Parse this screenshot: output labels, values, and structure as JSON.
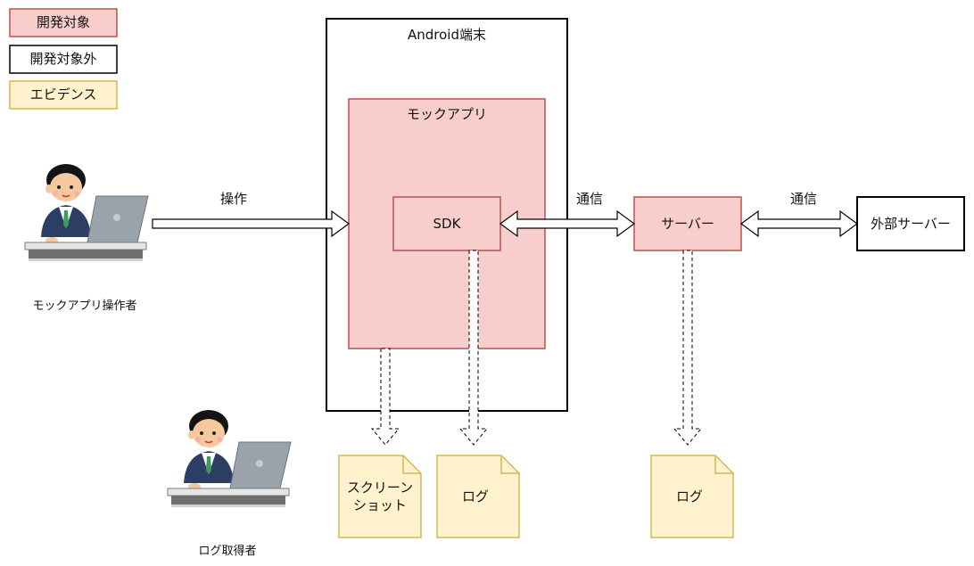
{
  "legend": {
    "dev_target": "開発対象",
    "non_dev_target": "開発対象外",
    "evidence": "エビデンス"
  },
  "device": {
    "title": "Android端末"
  },
  "mock_app": {
    "title": "モックアプリ"
  },
  "sdk": {
    "label": "SDK"
  },
  "server": {
    "label": "サーバー"
  },
  "external_server": {
    "label": "外部サーバー"
  },
  "edges": {
    "operation": "操作",
    "comm_sdk_server": "通信",
    "comm_server_external": "通信"
  },
  "people": {
    "operator": "モックアプリ操作者",
    "log_collector": "ログ取得者"
  },
  "evidence_docs": {
    "screenshot_line1": "スクリーン",
    "screenshot_line2": "ショット",
    "log_sdk": "ログ",
    "log_server": "ログ"
  },
  "colors": {
    "dev_fill": "#f8cecc",
    "dev_stroke": "#b85450",
    "evidence_fill": "#fff2cc",
    "evidence_stroke": "#d6b656",
    "neutral_stroke": "#000000"
  }
}
